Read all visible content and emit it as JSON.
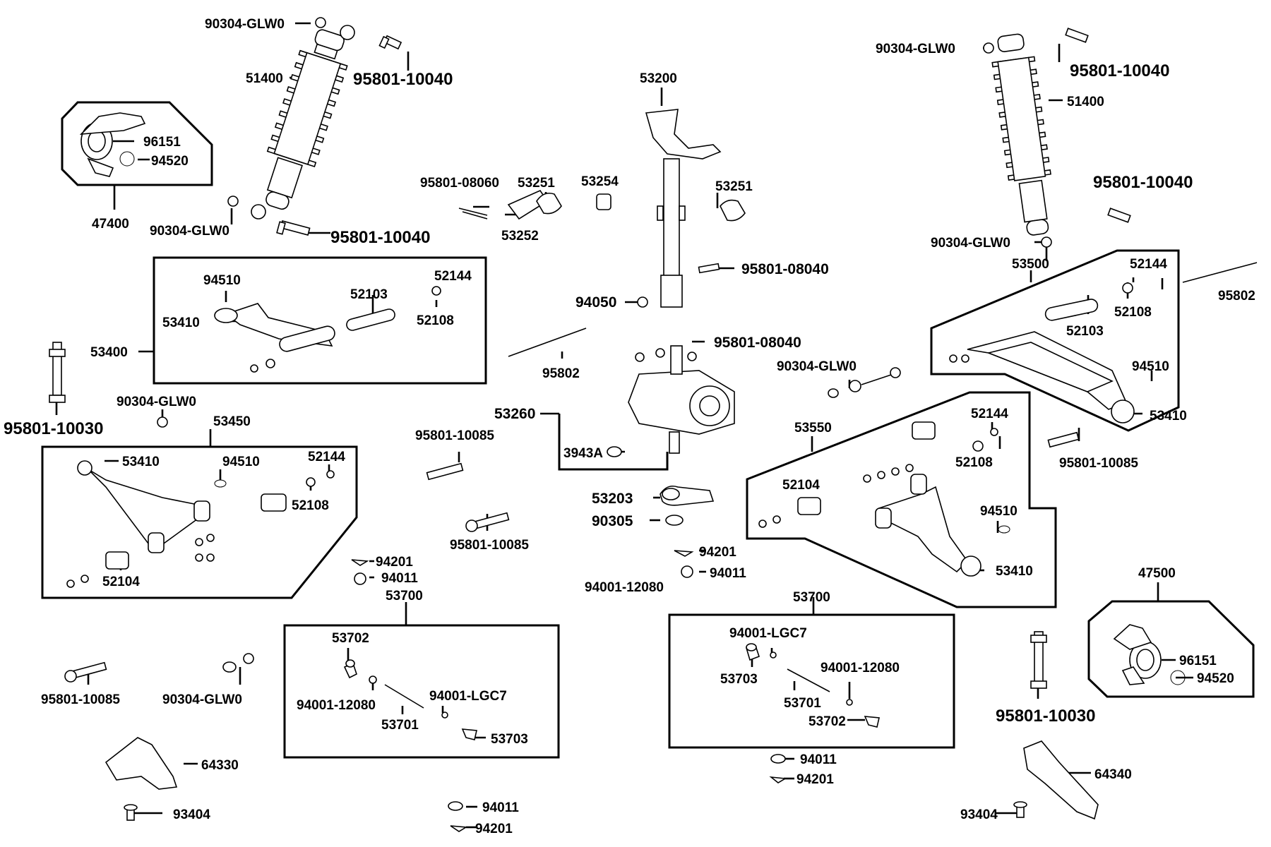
{
  "labels": {
    "p90304_glw0_a": "90304-GLW0",
    "p95801_10040_a": "95801-10040",
    "p51400_a": "51400",
    "p96151_a": "96151",
    "p94520_a": "94520",
    "p47400": "47400",
    "p90304_glw0_b": "90304-GLW0",
    "p95801_10040_b": "95801-10040",
    "p53200": "53200",
    "p95801_08060": "95801-08060",
    "p53251_a": "53251",
    "p53254": "53254",
    "p53251_b": "53251",
    "p53252": "53252",
    "p95801_08040_a": "95801-08040",
    "p94050": "94050",
    "p90304_glw0_c": "90304-GLW0",
    "p95801_10040_c": "95801-10040",
    "p51400_b": "51400",
    "p95801_10040_d": "95801-10040",
    "p90304_glw0_d": "90304-GLW0",
    "p53500": "53500",
    "p52144_c": "52144",
    "p52108_c": "52108",
    "p52103_b": "52103",
    "p95802_b": "95802",
    "p94510_c": "94510",
    "p53410_c": "53410",
    "p94510_a": "94510",
    "p52144_a": "52144",
    "p52103_a": "52103",
    "p53410_a": "53410",
    "p52108_a": "52108",
    "p53400": "53400",
    "p95801_10030_a": "95801-10030",
    "p90304_glw0_e": "90304-GLW0",
    "p53450": "53450",
    "p53410_b": "53410",
    "p94510_b": "94510",
    "p52144_b": "52144",
    "p52108_b": "52108",
    "p52104_a": "52104",
    "p95802_a": "95802",
    "p95801_08040_b": "95801-08040",
    "p53260": "53260",
    "p3943a": "3943A",
    "p95801_10085_a": "95801-10085",
    "p95801_10085_b": "95801-10085",
    "p53203": "53203",
    "p90305": "90305",
    "p94201_a": "94201",
    "p94011_a": "94011",
    "p94001_12080_a": "94001-12080",
    "p90304_glw0_f": "90304-GLW0",
    "p53550": "53550",
    "p52144_d": "52144",
    "p52108_d": "52108",
    "p52104_b": "52104",
    "p94510_d": "94510",
    "p53410_d": "53410",
    "p95801_10085_c": "95801-10085",
    "p94201_b": "94201",
    "p94011_b": "94011",
    "p53700_a": "53700",
    "p53702_a": "53702",
    "p94001_12080_b": "94001-12080",
    "p94001_lgc7_a": "94001-LGC7",
    "p53701_a": "53701",
    "p53703_a": "53703",
    "p53700_b": "53700",
    "p94001_lgc7_b": "94001-LGC7",
    "p53703_b": "53703",
    "p94001_12080_c": "94001-12080",
    "p53701_b": "53701",
    "p53702_b": "53702",
    "p47500": "47500",
    "p96151_b": "96151",
    "p94520_b": "94520",
    "p95801_10030_b": "95801-10030",
    "p95801_10085_d": "95801-10085",
    "p90304_glw0_g": "90304-GLW0",
    "p64330": "64330",
    "p93404_a": "93404",
    "p94011_c": "94011",
    "p94201_c": "94201",
    "p94011_d": "94011",
    "p94201_d": "94201",
    "p64340": "64340",
    "p93404_b": "93404"
  }
}
